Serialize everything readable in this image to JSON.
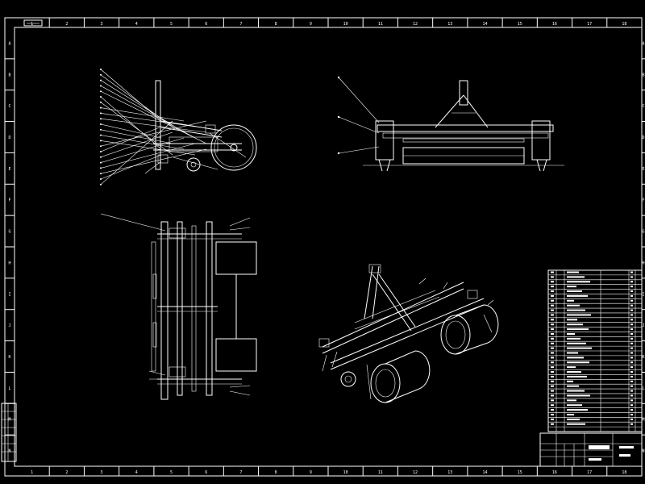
{
  "drawing": {
    "background": "#000000",
    "line_color": "#ffffff",
    "views": [
      "side-view",
      "top-view",
      "plan-view",
      "isometric-view"
    ]
  },
  "border": {
    "top_ticks": [
      "1",
      "2",
      "3",
      "4",
      "5",
      "6",
      "7",
      "8",
      "9",
      "10",
      "11",
      "12",
      "13",
      "14",
      "15",
      "16",
      "17",
      "18"
    ],
    "bottom_ticks": [
      "1",
      "2",
      "3",
      "4",
      "5",
      "6",
      "7",
      "8",
      "9",
      "10",
      "11",
      "12",
      "13",
      "14",
      "15",
      "16",
      "17",
      "18"
    ],
    "left_ticks": [
      "A",
      "B",
      "C",
      "D",
      "E",
      "F",
      "G",
      "H",
      "I",
      "J",
      "K",
      "L",
      "M",
      "N"
    ],
    "right_ticks": [
      "A",
      "B",
      "C",
      "D",
      "E",
      "F",
      "G",
      "H",
      "I",
      "J",
      "K",
      "L",
      "M",
      "N"
    ]
  },
  "corner_stamp": "",
  "parts_list": {
    "row_count": 34
  }
}
